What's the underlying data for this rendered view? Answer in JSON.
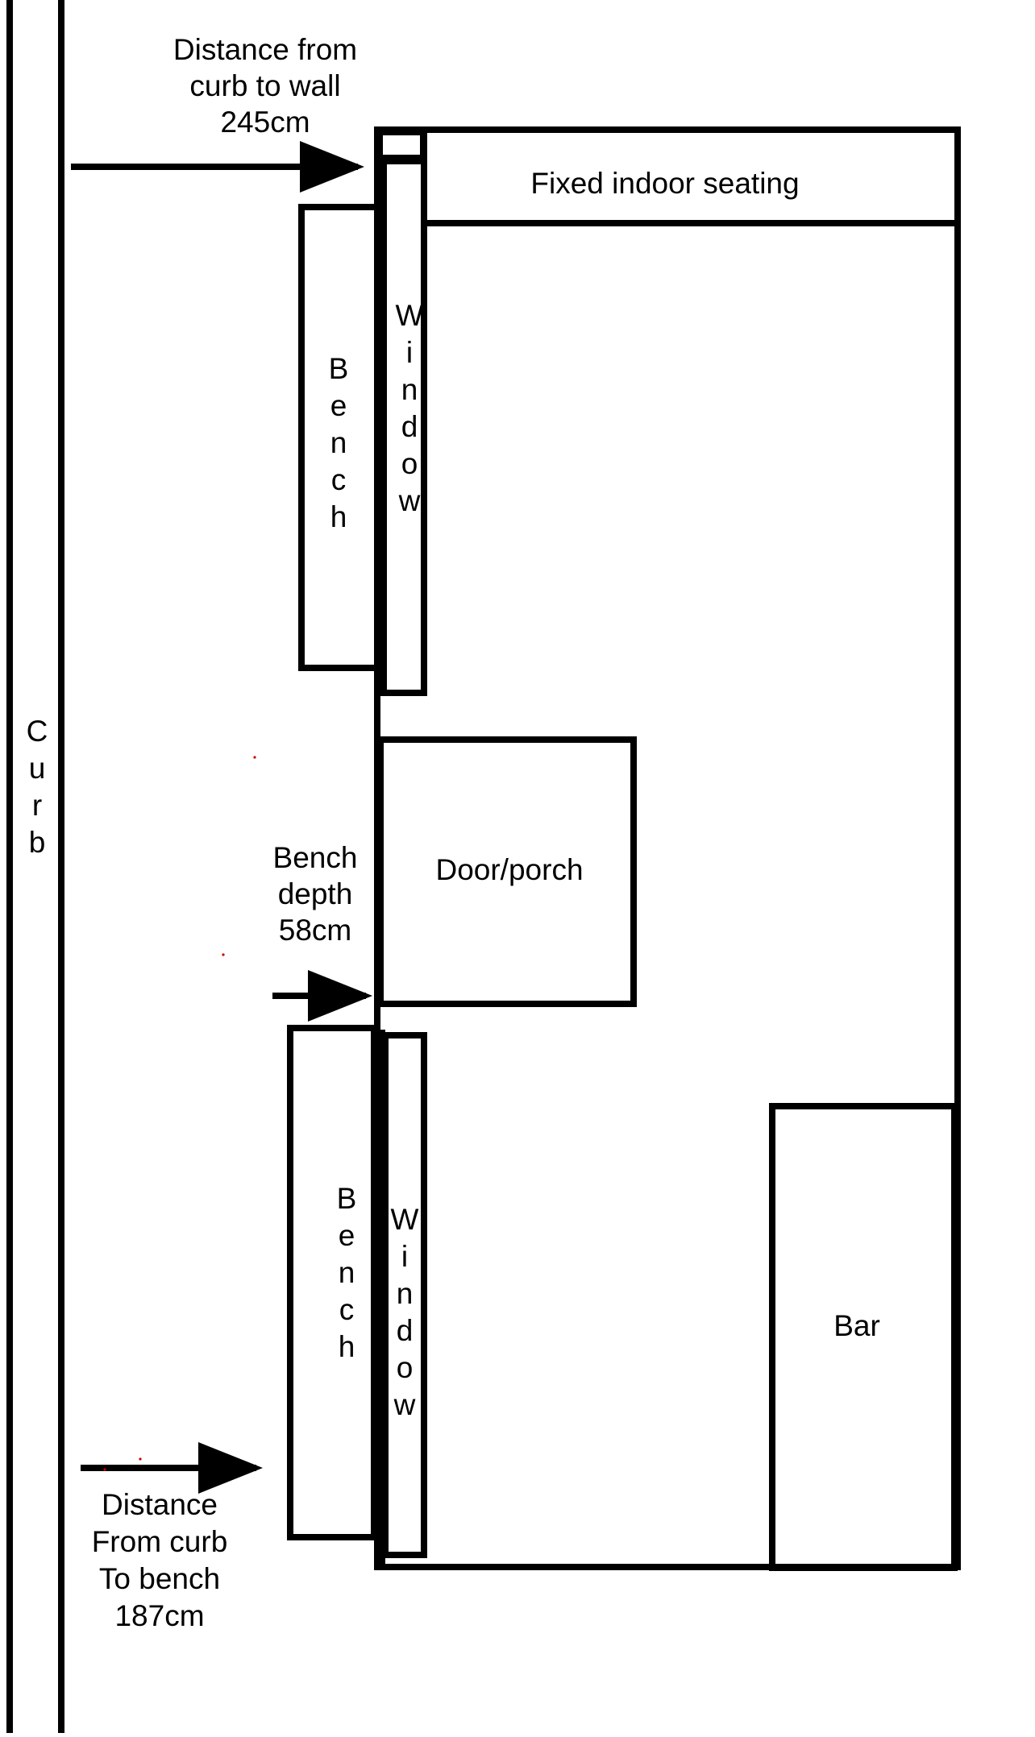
{
  "curb": {
    "label": "Curb"
  },
  "annotations": {
    "curb_to_wall": [
      "Distance from",
      "curb to wall",
      "245cm"
    ],
    "bench_depth": [
      "Bench",
      "depth",
      "58cm"
    ],
    "curb_to_bench": [
      "Distance",
      "From curb",
      "To bench",
      "187cm"
    ]
  },
  "rooms": {
    "fixed_seating": "Fixed indoor seating",
    "door_porch": "Door/porch",
    "bar": "Bar"
  },
  "benches": {
    "upper": "Bench",
    "lower": "Bench"
  },
  "windows": {
    "upper": "Window",
    "lower": "Window"
  },
  "colors": {
    "stroke": "#000000",
    "background": "#ffffff",
    "speck": "#cc0000"
  }
}
